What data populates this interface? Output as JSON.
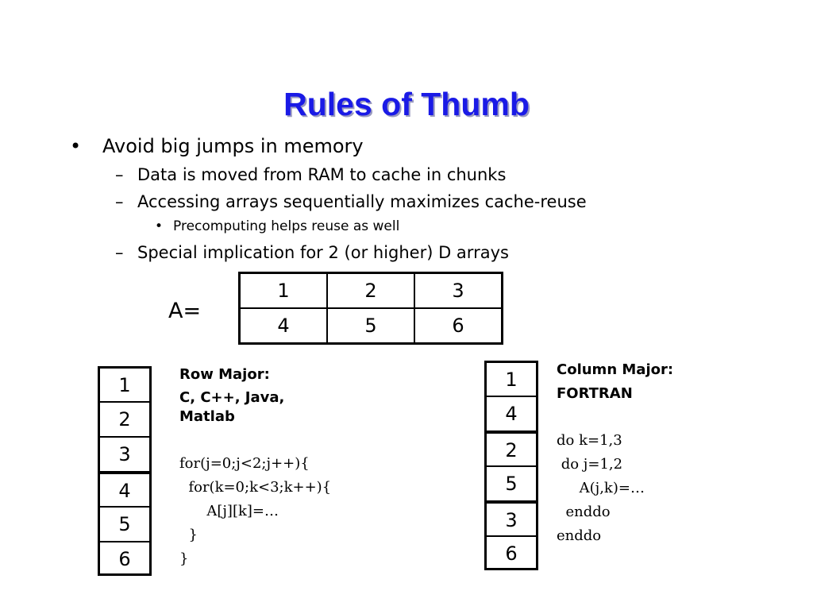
{
  "title": "Rules of Thumb",
  "bullets": {
    "level1_marker": "•",
    "level2_marker": "–",
    "level3_marker": "•",
    "main": "Avoid big jumps in memory",
    "sub1": "Data is moved from RAM to cache in chunks",
    "sub2": "Accessing arrays sequentially maximizes cache-reuse",
    "subsub": "Precomputing helps reuse as well",
    "sub3": "Special implication for 2 (or higher) D arrays"
  },
  "matrix": {
    "label": "A=",
    "rows": [
      [
        "1",
        "2",
        "3"
      ],
      [
        "4",
        "5",
        "6"
      ]
    ]
  },
  "row_major": {
    "cells": [
      "1",
      "2",
      "3",
      "4",
      "5",
      "6"
    ],
    "heading": "Row Major:",
    "languages_line1": "C, C++, Java,",
    "languages_line2": "Matlab",
    "code": [
      "for(j=0;j<2;j++){",
      "  for(k=0;k<3;k++){",
      "      A[j][k]=…",
      "  }",
      "}"
    ]
  },
  "column_major": {
    "cells": [
      "1",
      "4",
      "2",
      "5",
      "3",
      "6"
    ],
    "heading": "Column Major:",
    "language": "FORTRAN",
    "code": [
      "do k=1,3",
      " do j=1,2",
      "     A(j,k)=…",
      "  enddo",
      "enddo"
    ]
  }
}
